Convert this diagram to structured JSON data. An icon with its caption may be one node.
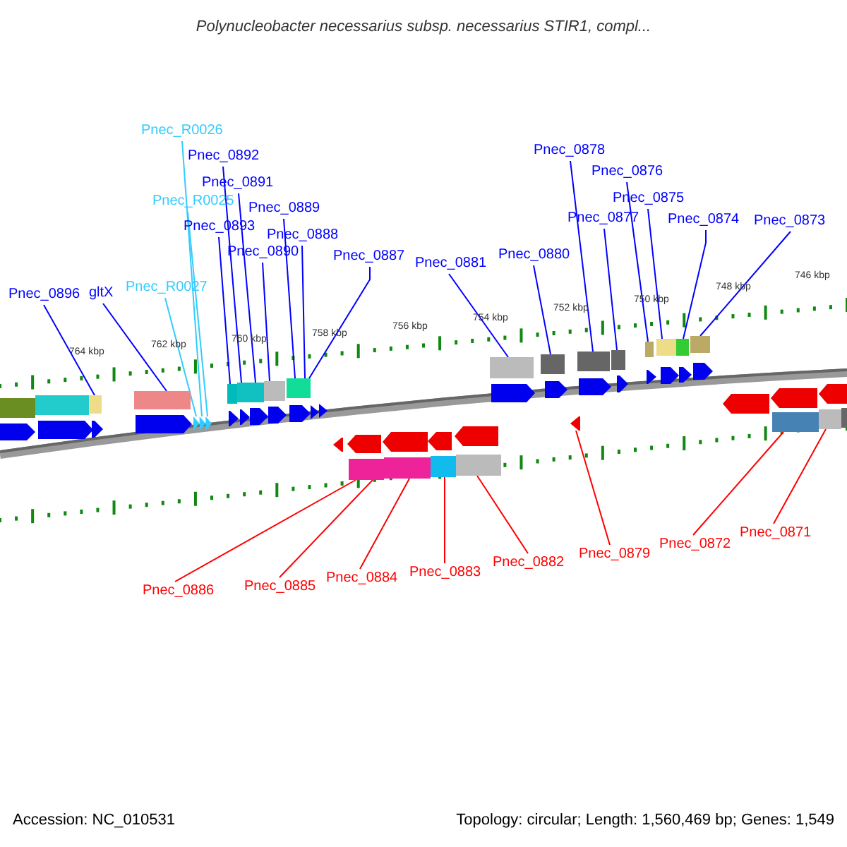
{
  "diagram": {
    "title": "Polynucleobacter necessarius subsp. necessarius STIR1, compl...",
    "nodes": [
      {
        "text": [
          "Pnec_R0026"
        ]
      },
      {
        "text": [
          "Pnec_0892"
        ]
      },
      {
        "text": [
          "Pnec_0891"
        ]
      },
      {
        "text": [
          "Pnec_R0025"
        ]
      },
      {
        "text": [
          "Pnec_0889"
        ]
      },
      {
        "text": [
          "Pnec_0893"
        ]
      },
      {
        "text": [
          "Pnec_0888"
        ]
      },
      {
        "text": [
          "Pnec_0890"
        ]
      },
      {
        "text": [
          "Pnec_0887"
        ]
      },
      {
        "text": [
          "Pnec_0896"
        ]
      },
      {
        "text": [
          "gltX"
        ]
      },
      {
        "text": [
          "Pnec_R0027"
        ]
      },
      {
        "text": [
          "Pnec_0881"
        ]
      },
      {
        "text": [
          "Pnec_0880"
        ]
      },
      {
        "text": [
          "Pnec_0878"
        ]
      },
      {
        "text": [
          "Pnec_0876"
        ]
      },
      {
        "text": [
          "Pnec_0875"
        ]
      },
      {
        "text": [
          "Pnec_0877"
        ]
      },
      {
        "text": [
          "Pnec_0874"
        ]
      },
      {
        "text": [
          "Pnec_0873"
        ]
      },
      {
        "text": [
          "Pnec_0886"
        ]
      },
      {
        "text": [
          "Pnec_0885"
        ]
      },
      {
        "text": [
          "Pnec_0884"
        ]
      },
      {
        "text": [
          "Pnec_0883"
        ]
      },
      {
        "text": [
          "Pnec_0882"
        ]
      },
      {
        "text": [
          "Pnec_0879"
        ]
      },
      {
        "text": [
          "Pnec_0872"
        ]
      },
      {
        "text": [
          "Pnec_0871"
        ]
      },
      {
        "text": [],
        "shape": "bar"
      },
      {
        "text": [],
        "shape": "bar"
      },
      {
        "text": [],
        "shape": "arrow"
      },
      {
        "text": [],
        "shape": "bar"
      },
      {
        "text": [],
        "shape": "bar"
      },
      {
        "text": [],
        "shape": "bar"
      },
      {
        "text": [],
        "shape": "bar"
      },
      {
        "text": [],
        "shape": "bar"
      },
      {
        "text": [],
        "shape": "bar"
      },
      {
        "text": [],
        "shape": "bar"
      },
      {
        "text": [],
        "shape": "bar"
      },
      {
        "text": [],
        "shape": "bar"
      },
      {
        "text": [],
        "shape": "bar"
      },
      {
        "text": [],
        "shape": "arrow"
      },
      {
        "text": [],
        "shape": "bar"
      },
      {
        "text": [],
        "shape": "bar"
      },
      {
        "text": [],
        "shape": "bar"
      },
      {
        "text": [],
        "shape": "bar"
      },
      {
        "text": [],
        "shape": "bar"
      },
      {
        "text": [],
        "shape": "bar"
      },
      {
        "text": [],
        "shape": "bar"
      },
      {
        "text": [],
        "shape": "bar"
      }
    ],
    "edges": [
      {
        "from": 0,
        "to": 30,
        "arrow": "none",
        "color": "#33ccff"
      },
      {
        "from": 1,
        "to": 32,
        "arrow": "none"
      },
      {
        "from": 2,
        "to": 32,
        "arrow": "none"
      },
      {
        "from": 3,
        "to": 30,
        "arrow": "none",
        "color": "#33ccff"
      },
      {
        "from": 4,
        "to": 34,
        "arrow": "none"
      },
      {
        "from": 5,
        "to": 31,
        "arrow": "none"
      },
      {
        "from": 6,
        "to": 34,
        "arrow": "none"
      },
      {
        "from": 7,
        "to": 33,
        "arrow": "none"
      },
      {
        "from": 8,
        "to": 34,
        "arrow": "none"
      },
      {
        "from": 9,
        "to": 28,
        "arrow": "none"
      },
      {
        "from": 10,
        "to": 29,
        "arrow": "none"
      },
      {
        "from": 11,
        "to": 30,
        "arrow": "none",
        "color": "#33ccff"
      },
      {
        "from": 12,
        "to": 39,
        "arrow": "none"
      },
      {
        "from": 13,
        "to": 40,
        "arrow": "none"
      },
      {
        "from": 14,
        "to": 42,
        "arrow": "none"
      },
      {
        "from": 15,
        "to": 44,
        "arrow": "none"
      },
      {
        "from": 16,
        "to": 45,
        "arrow": "none"
      },
      {
        "from": 17,
        "to": 43,
        "arrow": "none"
      },
      {
        "from": 18,
        "to": 46,
        "arrow": "none"
      },
      {
        "from": 19,
        "to": 47,
        "arrow": "none"
      },
      {
        "from": 20,
        "to": 35,
        "arrow": "none",
        "color": "#ff0000"
      },
      {
        "from": 21,
        "to": 35,
        "arrow": "none",
        "color": "#ff0000"
      },
      {
        "from": 22,
        "to": 36,
        "arrow": "none",
        "color": "#ff0000"
      },
      {
        "from": 23,
        "to": 37,
        "arrow": "none",
        "color": "#ff0000"
      },
      {
        "from": 24,
        "to": 38,
        "arrow": "none",
        "color": "#ff0000"
      },
      {
        "from": 25,
        "to": 41,
        "arrow": "none",
        "color": "#ff0000"
      },
      {
        "from": 26,
        "to": 48,
        "arrow": "none",
        "color": "#ff0000"
      },
      {
        "from": 27,
        "to": 49,
        "arrow": "none",
        "color": "#ff0000"
      }
    ],
    "labels": [
      "764 kbp",
      "762 kbp",
      "760 kbp",
      "758 kbp",
      "756 kbp",
      "754 kbp",
      "752 kbp",
      "750 kbp",
      "748 kbp",
      "746 kbp",
      "Accession: NC_010531",
      "Topology: circular; Length: 1,560,469 bp; Genes: 1,549"
    ]
  }
}
